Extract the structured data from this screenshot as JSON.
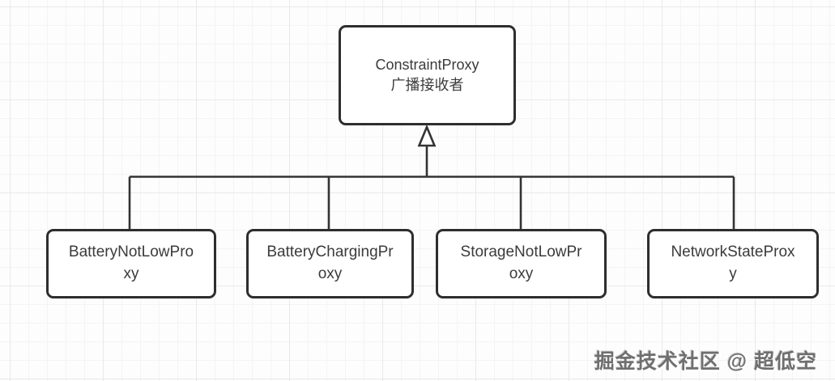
{
  "diagram": {
    "root": {
      "title": "ConstraintProxy",
      "subtitle": "广播接收者"
    },
    "children": [
      {
        "line1": "BatteryNotLowPro",
        "line2": "xy"
      },
      {
        "line1": "BatteryChargingPr",
        "line2": "oxy"
      },
      {
        "line1": "StorageNotLowPr",
        "line2": "oxy"
      },
      {
        "line1": "NetworkStateProx",
        "line2": "y"
      }
    ],
    "relation": "inheritance-arrow"
  },
  "watermark": {
    "text": "掘金技术社区 @ 超低空"
  },
  "colors": {
    "box_border": "#2e2e2e",
    "box_fill": "#ffffff",
    "text": "#3b3b3b",
    "connector": "#333333",
    "grid_minor": "#f4f4f4",
    "grid_major": "#e9e9e9",
    "watermark": "#6f6f6f"
  }
}
